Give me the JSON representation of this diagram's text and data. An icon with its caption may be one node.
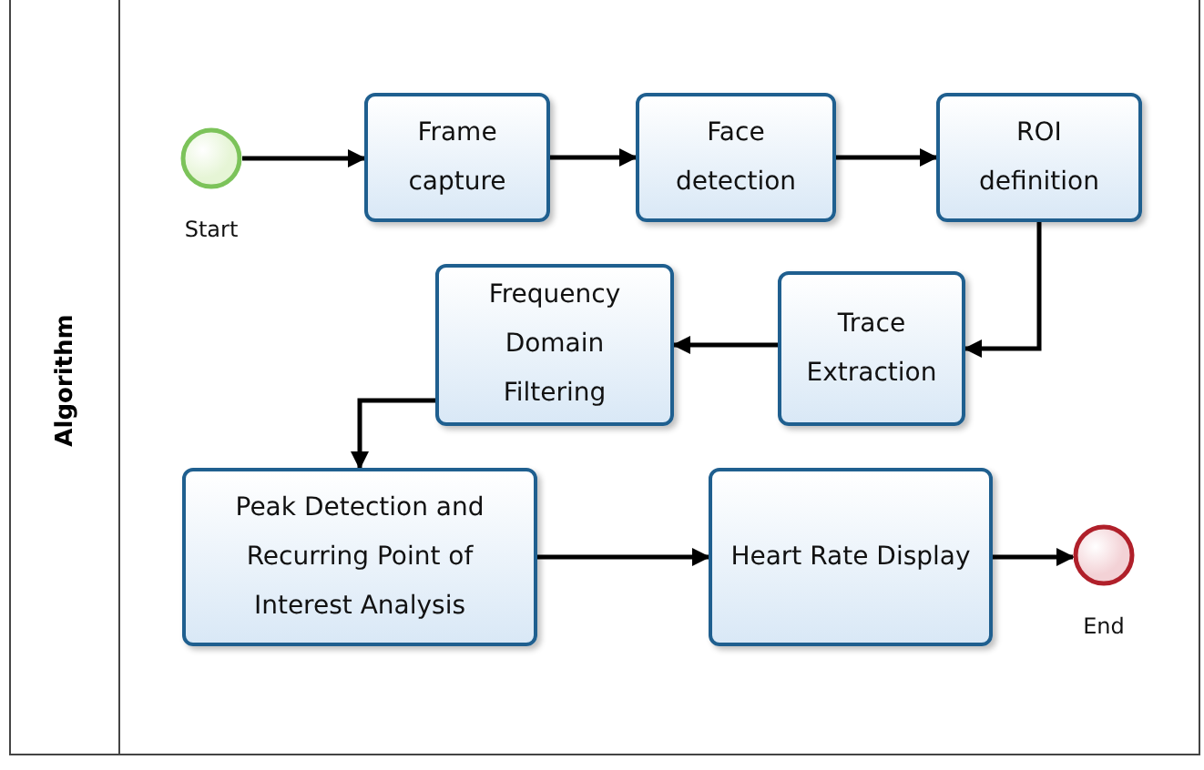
{
  "diagram": {
    "nodes": [
      {
        "text": [
          "Algorithm"
        ]
      },
      {
        "text": [],
        "shape": "circle",
        "beside": [
          "Start"
        ],
        "in": 0
      },
      {
        "text": [
          "Frame capture"
        ],
        "in": 0
      },
      {
        "text": [
          "Face detection"
        ],
        "in": 0
      },
      {
        "text": [
          "ROI definition"
        ],
        "in": 0
      },
      {
        "text": [
          "Trace Extraction"
        ],
        "in": 0
      },
      {
        "text": [
          "Frequency Domain Filtering"
        ],
        "in": 0
      },
      {
        "text": [
          "Peak Detection and Recurring Point of Interest Analysis"
        ],
        "in": 0
      },
      {
        "text": [
          "Heart Rate Display"
        ],
        "in": 0
      },
      {
        "text": [],
        "shape": "circle",
        "beside": [
          "End"
        ],
        "in": 0
      }
    ],
    "edges": [
      {
        "from": 1,
        "to": 2,
        "arrow": "to"
      },
      {
        "from": 2,
        "to": 3,
        "arrow": "to"
      },
      {
        "from": 3,
        "to": 4,
        "arrow": "to"
      },
      {
        "from": 4,
        "to": 5,
        "arrow": "to"
      },
      {
        "from": 5,
        "to": 6,
        "arrow": "to"
      },
      {
        "from": 6,
        "to": 7,
        "arrow": "to"
      },
      {
        "from": 7,
        "to": 8,
        "arrow": "to"
      },
      {
        "from": 8,
        "to": 9,
        "arrow": "to"
      }
    ]
  }
}
